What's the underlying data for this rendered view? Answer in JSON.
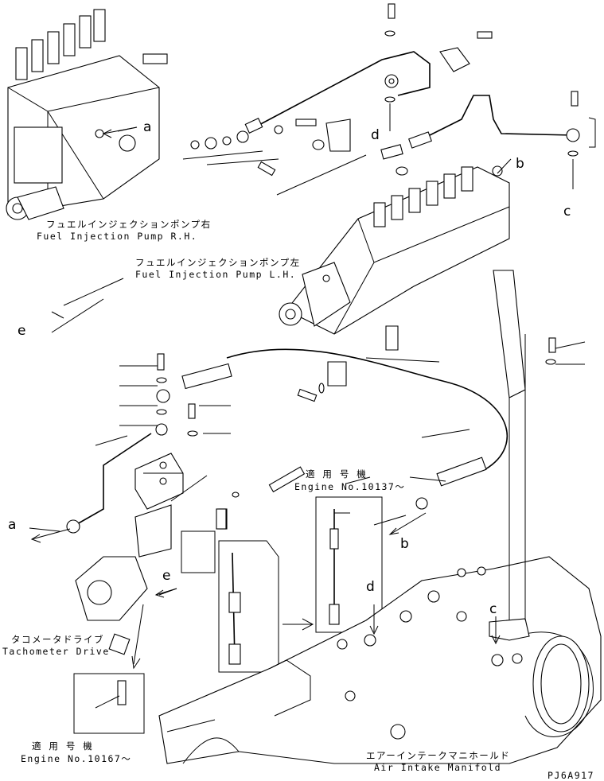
{
  "labels": {
    "pump_rh_jp": "フュエルインジェクションポンプ右",
    "pump_rh_en": "Fuel Injection Pump R.H.",
    "pump_lh_jp": "フュエルインジェクションポンプ左",
    "pump_lh_en": "Fuel Injection Pump L.H.",
    "engine_no_1_jp": "適 用 号 機",
    "engine_no_1_en": "Engine No.10137～",
    "tacho_jp": "タコメータドライブ",
    "tacho_en": "Tachometer Drive",
    "engine_no_2_jp": "適 用 号 機",
    "engine_no_2_en": "Engine No.10167～",
    "manifold_jp": "エアーインテークマニホールド",
    "manifold_en": "Air Intake Manifold",
    "drawing_code": "PJ6A917"
  },
  "refs": {
    "a_top": "a",
    "b_top": "b",
    "c_top": "c",
    "d_top": "d",
    "e_left": "e",
    "a_bottom": "a",
    "b_bottom": "b",
    "c_bottom": "c",
    "d_bottom": "d",
    "e_bottom": "e"
  }
}
